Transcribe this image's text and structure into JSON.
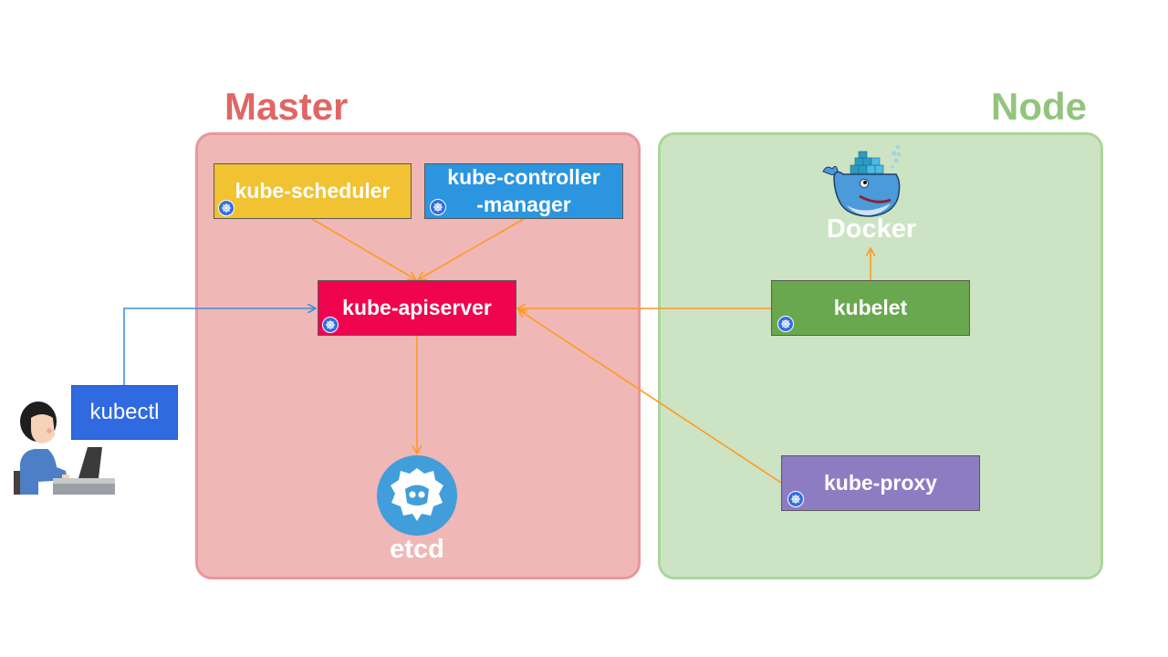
{
  "master": {
    "title": "Master",
    "title_color": "#e06666",
    "fill": "#f0b7b7",
    "components": {
      "scheduler": {
        "label": "kube-scheduler",
        "color": "#f1c232"
      },
      "controller": {
        "label_line1": "kube-controller",
        "label_line2": "-manager",
        "color": "#2b95e0"
      },
      "apiserver": {
        "label": "kube-apiserver",
        "color": "#f0044e"
      },
      "etcd": {
        "label": "etcd",
        "icon": "etcd-logo-icon",
        "color": "#419eda"
      }
    }
  },
  "node": {
    "title": "Node",
    "title_color": "#93c47d",
    "fill": "#cce4c3",
    "components": {
      "kubelet": {
        "label": "kubelet",
        "color": "#6aa84f"
      },
      "proxy": {
        "label": "kube-proxy",
        "color": "#8e7cc3"
      },
      "docker": {
        "label": "Docker",
        "icon": "docker-whale-icon"
      }
    }
  },
  "client": {
    "kubectl": {
      "label": "kubectl",
      "color": "#2f6ae1"
    },
    "user": {
      "icon": "user-at-laptop-icon"
    }
  },
  "badges": {
    "icon": "kubernetes-logo-icon",
    "color": "#326ce5"
  },
  "connections": [
    {
      "from": "kubectl",
      "to": "kube-apiserver",
      "color": "#3d8fd8"
    },
    {
      "from": "kube-scheduler",
      "to": "kube-apiserver",
      "color": "#ff9a22"
    },
    {
      "from": "kube-controller-manager",
      "to": "kube-apiserver",
      "color": "#ff9a22"
    },
    {
      "from": "kube-apiserver",
      "to": "etcd",
      "color": "#ff9a22"
    },
    {
      "from": "kubelet",
      "to": "kube-apiserver",
      "color": "#ff9a22"
    },
    {
      "from": "kube-proxy",
      "to": "kube-apiserver",
      "color": "#ff9a22"
    },
    {
      "from": "kubelet",
      "to": "Docker",
      "color": "#ff9a22"
    }
  ]
}
